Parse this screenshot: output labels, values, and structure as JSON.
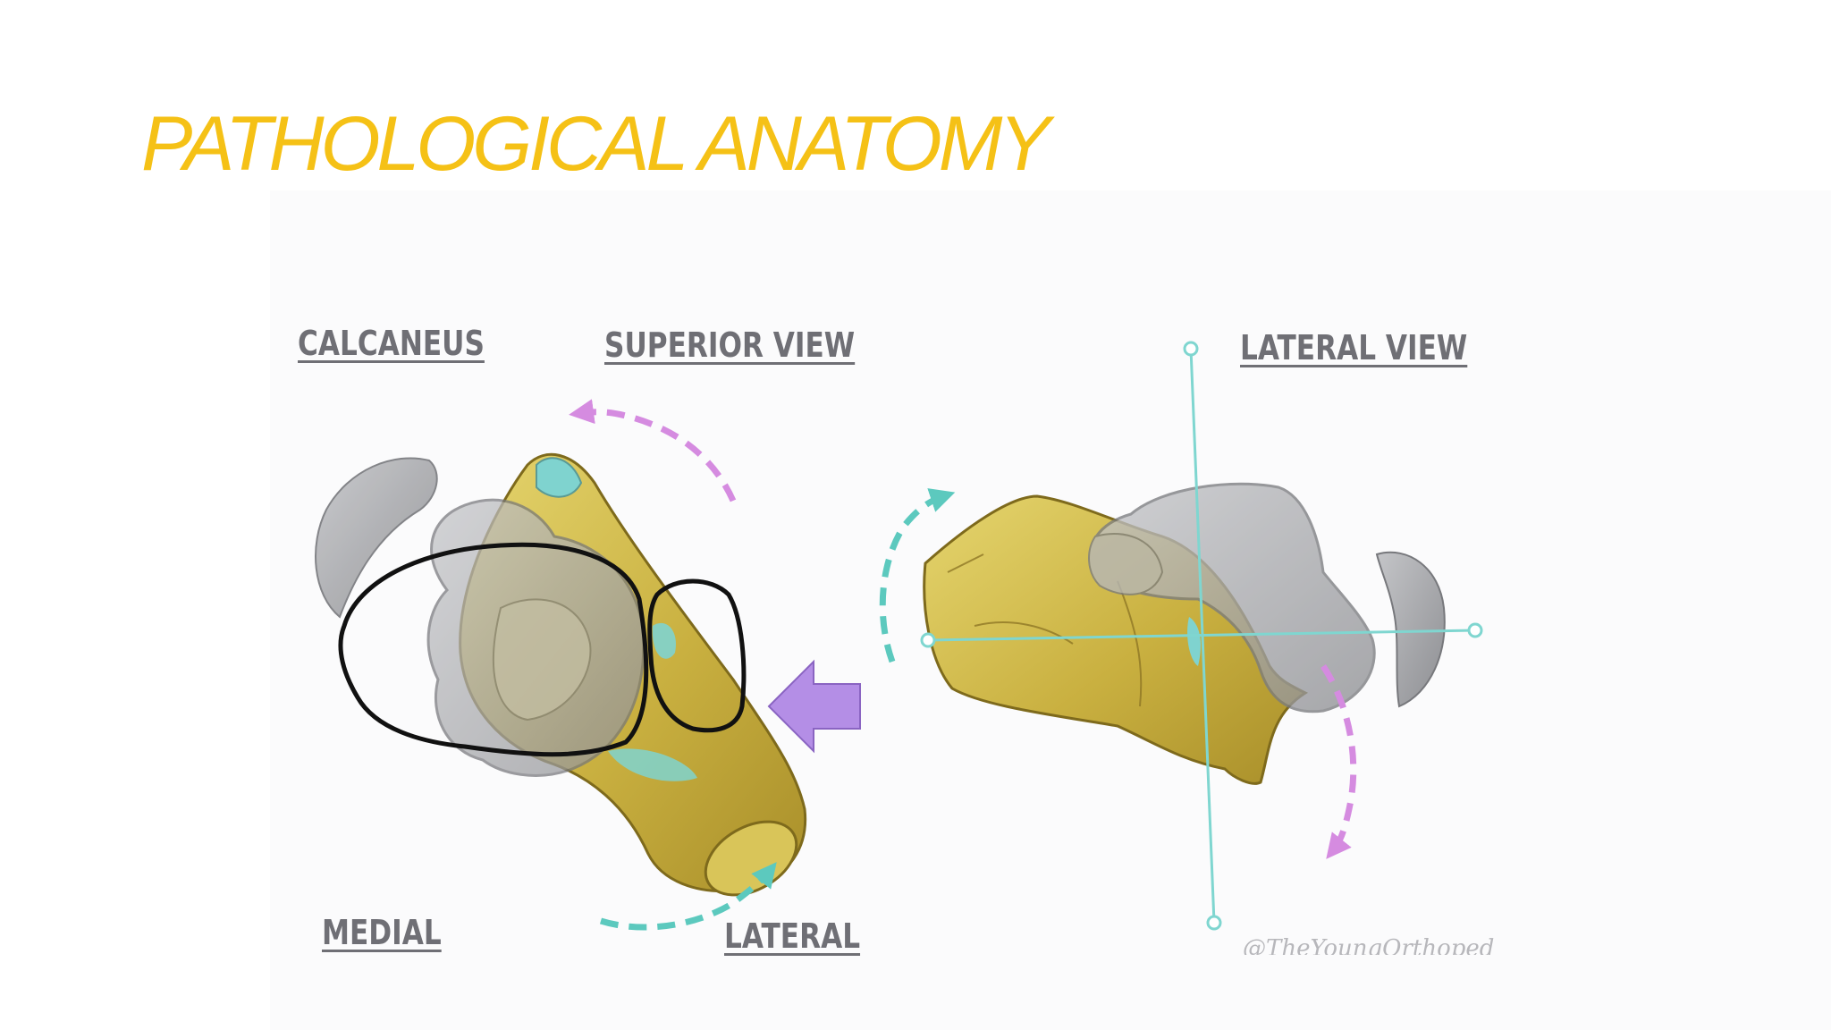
{
  "slide": {
    "title": "PATHOLOGICAL ANATOMY"
  },
  "figure": {
    "labels": {
      "calcaneus": "CALCANEUS",
      "superior_view": "SUPERIOR VIEW",
      "lateral_view": "LATERAL VIEW",
      "medial": "MEDIAL",
      "lateral": "LATERAL"
    },
    "watermark": "@TheYoungOrthoped",
    "colors": {
      "title": "#f5c116",
      "bone": "#c9b040",
      "cartilage": "#7fd3cf",
      "overlay_bone": "#9fa0a4",
      "axis_line": "#7fd6d0",
      "rotation_arrow_pink": "#d58be0",
      "rotation_arrow_teal": "#5cc9be",
      "push_arrow": "#b48ee6",
      "annotation_outline": "#111111"
    }
  }
}
